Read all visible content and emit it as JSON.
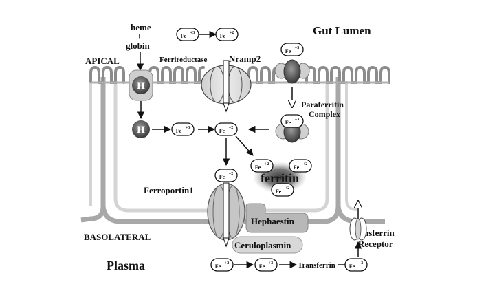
{
  "labels": {
    "heme": "heme",
    "plus": "+",
    "globin": "globin",
    "gut_lumen": "Gut Lumen",
    "apical": "APICAL",
    "ferrireductase": "Ferrireductase",
    "nramp2": "Nramp2",
    "paraferritin_line1": "Paraferritin",
    "paraferritin_line2": "Complex",
    "ferritin": "ferritin",
    "ferroportin1": "Ferroportin1",
    "hephaestin": "Hephaestin",
    "basolateral": "BASOLATERAL",
    "ceruloplasmin": "Ceruloplasmin",
    "plasma": "Plasma",
    "transferrin": "Transferrin",
    "transferrin_receptor_line1": "Transferrin",
    "transferrin_receptor_line2": "Receptor",
    "heme_symbol": "H"
  },
  "iron": {
    "symbol": "Fe",
    "ferric": "+3",
    "ferrous": "+2"
  },
  "colors": {
    "membrane": "#9a9a9a",
    "membrane_light": "#c8c8c8",
    "heme_dark": "#707070",
    "protein_light": "#d4d4d4",
    "protein_mid": "#b5b5b5",
    "ferritin_core": "#505050"
  }
}
